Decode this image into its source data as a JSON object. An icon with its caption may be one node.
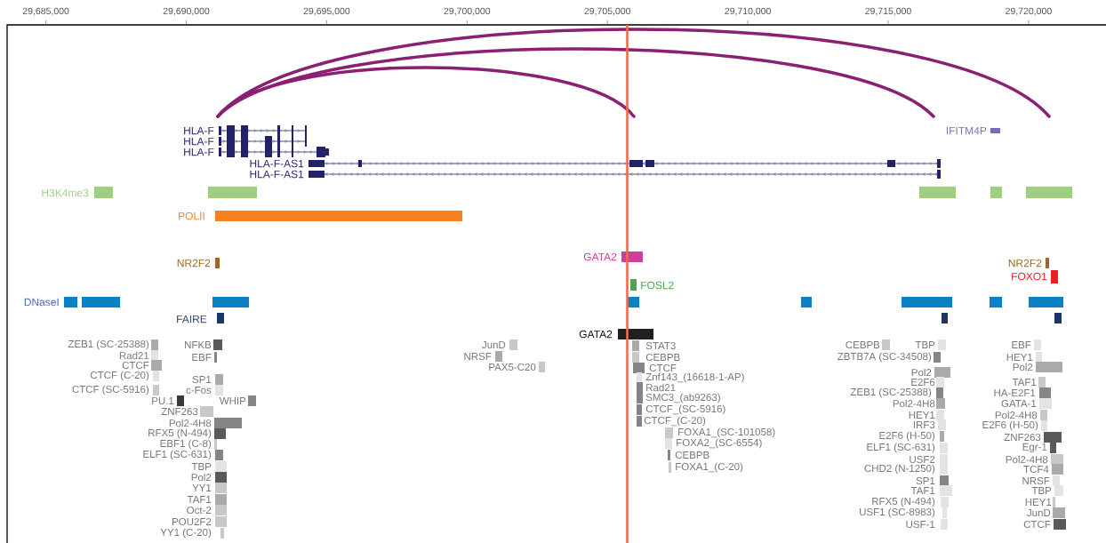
{
  "diagram": {
    "labels": [
      "29,685,000",
      "29,690,000",
      "29,695,000",
      "29,700,000",
      "29,705,000",
      "29,710,000",
      "29,715,000",
      "29,720,000",
      "HLA-F",
      "IFITM4P",
      "HLA-F",
      "HLA-F",
      "HLA-F-AS1",
      "HLA-F-AS1",
      "H3K4me3",
      "POLII",
      "GATA2",
      "NR2F2",
      "NR2F2",
      "FOXO1",
      "FOSL2",
      "DNaseI",
      "FAIRE",
      "GATA2",
      "ZEB1 (SC-25388)",
      "NFKB",
      "Rad21",
      "EBF",
      "CTCF",
      "CTCF (C-20)",
      "SP1",
      "CTCF (SC-5916)",
      "c-Fos",
      "PU.1",
      "WHIP",
      "ZNF263",
      "Pol2-4H8",
      "RFX5 (N-494)",
      "EBF1 (C-8)",
      "ELF1 (SC-631)",
      "TBP",
      "Pol2",
      "YY1",
      "TAF1",
      "Oct-2",
      "POU2F2",
      "YY1 (C-20)",
      "JunD",
      "NRSF",
      "PAX5-C20",
      "STAT3",
      "CEBPB",
      "CTCF",
      "Znf143_(16618-1-AP)",
      "Rad21",
      "SMC3_(ab9263)",
      "CTCF_(SC-5916)",
      "CTCF_(C-20)",
      "FOXA1_(SC-101058)",
      "FOXA2_(SC-6554)",
      "CEBPB",
      "FOXA1_(C-20)",
      "CEBPB",
      "TBP",
      "ZBTB7A (SC-34508)",
      "Pol2",
      "E2F6",
      "ZEB1 (SC-25388)",
      "Pol2-4H8",
      "HEY1",
      "IRF3",
      "E2F6 (H-50)",
      "ELF1 (SC-631)",
      "USF2",
      "CHD2 (N-1250)",
      "SP1",
      "TAF1",
      "RFX5 (N-494)",
      "USF1 (SC-8983)",
      "USF-1",
      "EBF",
      "HEY1",
      "Pol2",
      "TAF1",
      "HA-E2F1",
      "GATA-1",
      "Pol2-4H8",
      "E2F6 (H-50)",
      "ZNF263",
      "Egr-1",
      "Pol2-4H8",
      "TCF4",
      "NRSF",
      "TBP",
      "HEY1",
      "JunD",
      "CTCF"
    ]
  }
}
